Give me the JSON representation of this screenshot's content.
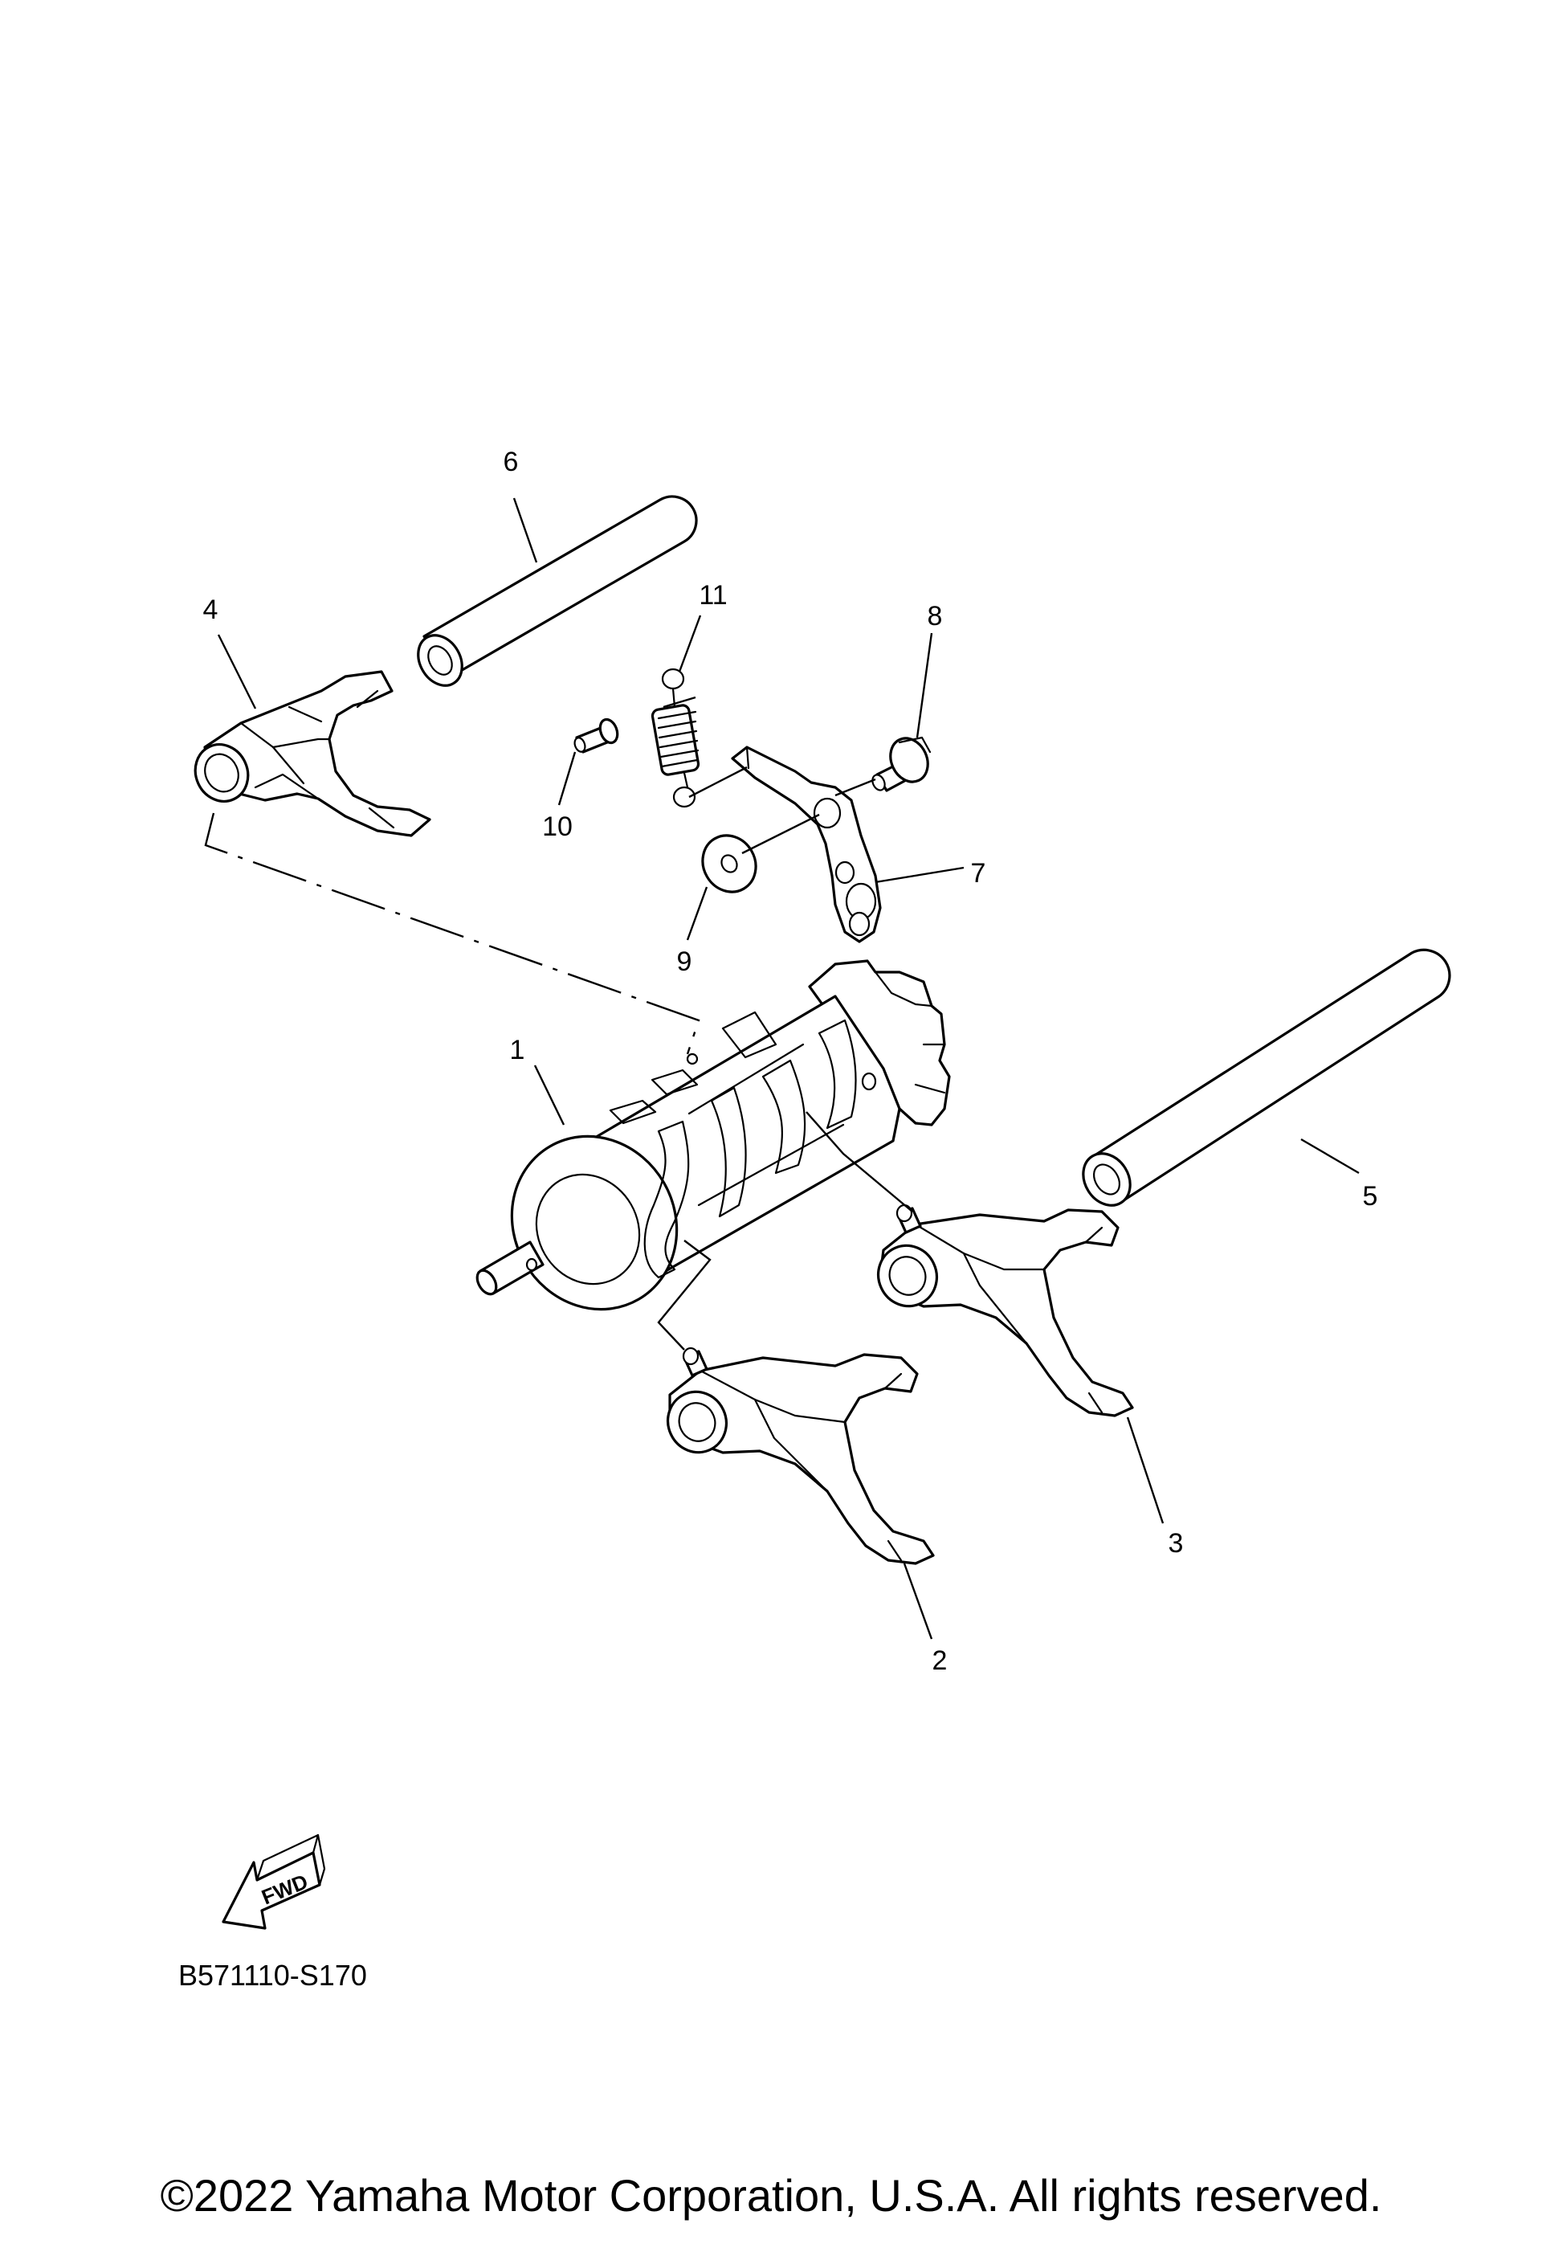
{
  "callouts": {
    "c1": "1",
    "c2": "2",
    "c3": "3",
    "c4": "4",
    "c5": "5",
    "c6": "6",
    "c7": "7",
    "c8": "8",
    "c9": "9",
    "c10": "10",
    "c11": "11"
  },
  "fwd_label": "FWD",
  "diagram_code": "B571110-S170",
  "copyright": "©2022 Yamaha Motor Corporation, U.S.A. All rights reserved."
}
